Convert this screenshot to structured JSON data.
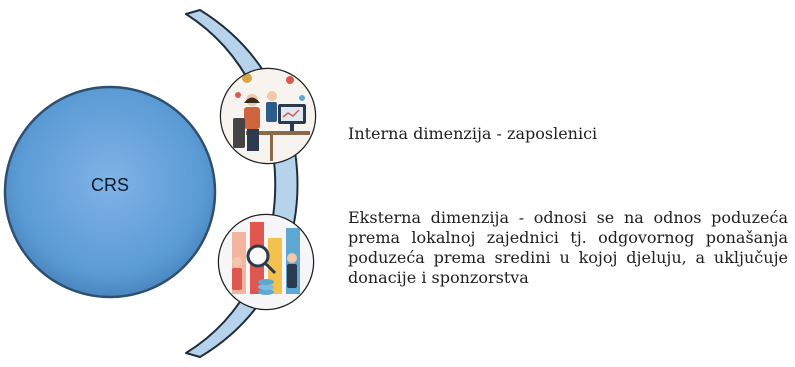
{
  "center": {
    "label": "CRS"
  },
  "items": [
    {
      "text": "Interna dimenzija - zaposlenici",
      "icon": "office-worker-icon"
    },
    {
      "text": "Eksterna dimenzija - odnosi se na odnos poduzeća prema lokalnoj zajednici tj. odgovornog ponašanja poduzeća prema sredini u kojoj djeluju, a uključuje donacije i sponzorstva",
      "icon": "data-analysis-team-icon"
    }
  ],
  "colors": {
    "big_circle": "#5b9bd5",
    "big_circle_border": "#2f4f6f",
    "arc_fill": "#b7d3ec",
    "arc_stroke": "#1f2f3f"
  }
}
